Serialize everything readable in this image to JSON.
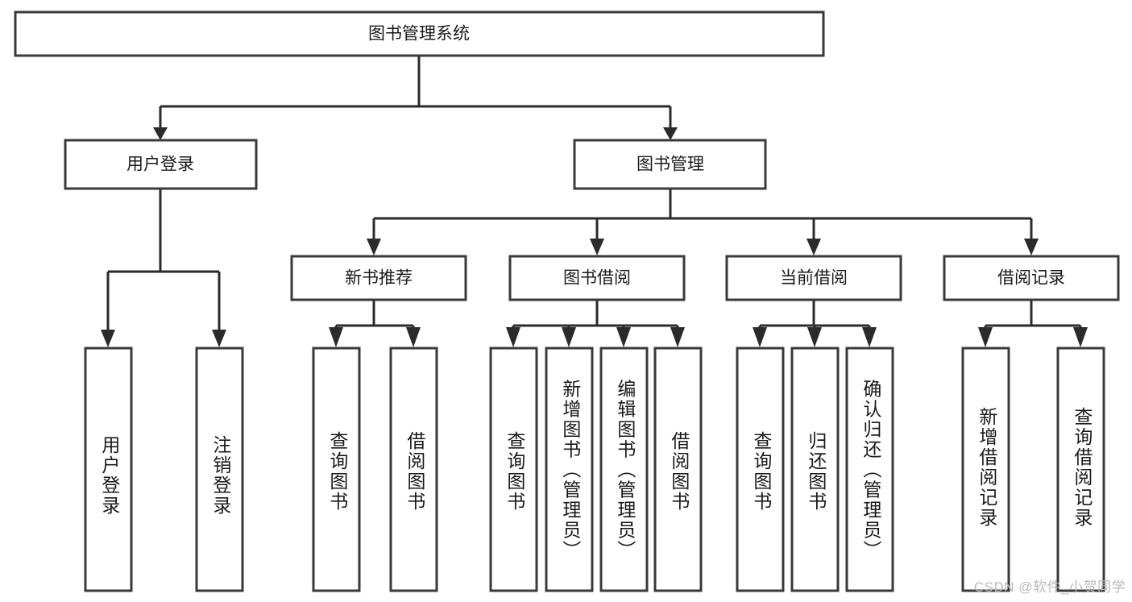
{
  "diagram": {
    "title": "图书管理系统",
    "watermark": "CSDN @软件_小贺同学",
    "colors": {
      "background": "#ffffff",
      "box_fill": "#ffffff",
      "box_stroke": "#3a3a3a",
      "connector": "#2b2b2b",
      "text": "#1a1a1a",
      "watermark": "#b9b9b9"
    },
    "root": {
      "label": "图书管理系统"
    },
    "level1": [
      {
        "label": "用户登录"
      },
      {
        "label": "图书管理"
      }
    ],
    "level2": [
      {
        "label": "新书推荐"
      },
      {
        "label": "图书借阅"
      },
      {
        "label": "当前借阅"
      },
      {
        "label": "借阅记录"
      }
    ],
    "leaves_user_login": [
      {
        "label": "用户登录"
      },
      {
        "label": "注销登录"
      }
    ],
    "leaves_new_book": [
      {
        "label": "查询图书"
      },
      {
        "label": "借阅图书"
      }
    ],
    "leaves_borrow": [
      {
        "label": "查询图书"
      },
      {
        "label": "新增图书（管理员）"
      },
      {
        "label": "编辑图书（管理员）"
      },
      {
        "label": "借阅图书"
      }
    ],
    "leaves_current": [
      {
        "label": "查询图书"
      },
      {
        "label": "归还图书"
      },
      {
        "label": "确认归还（管理员）"
      }
    ],
    "leaves_records": [
      {
        "label": "新增借阅记录"
      },
      {
        "label": "查询借阅记录"
      }
    ]
  }
}
